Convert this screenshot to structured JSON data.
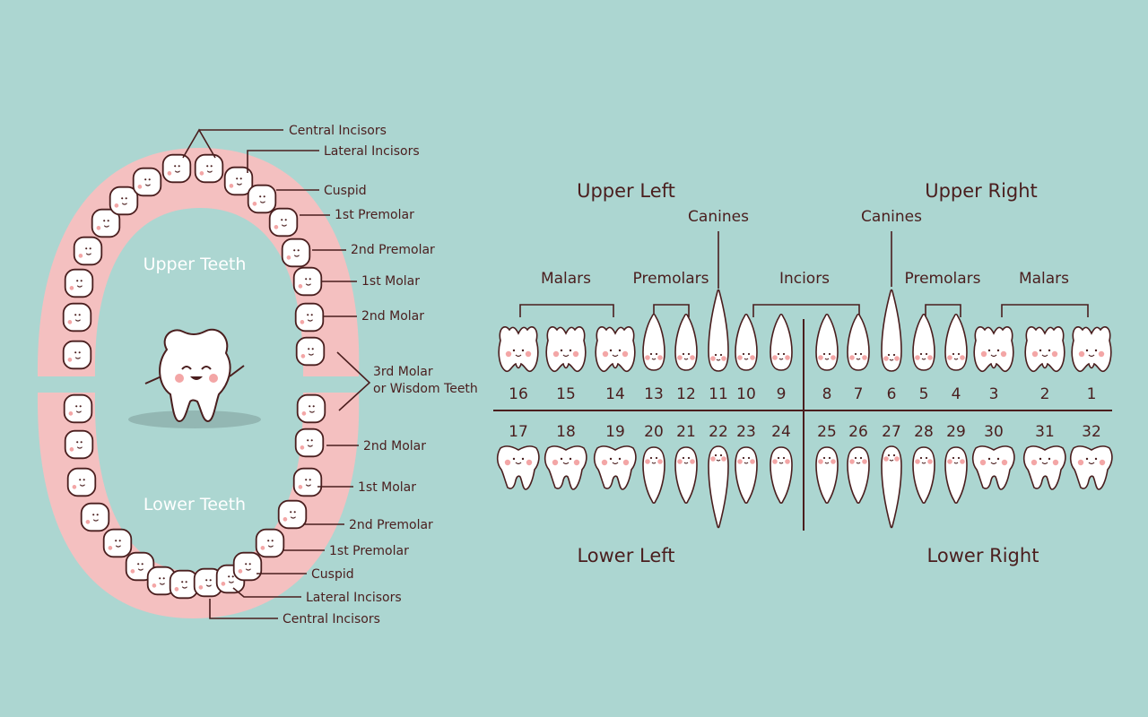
{
  "arch": {
    "upper_title": "Upper Teeth",
    "lower_title": "Lower Teeth",
    "upper_labels": {
      "central_incisors": "Central Incisors",
      "lateral_incisors": "Lateral Incisors",
      "cuspid": "Cuspid",
      "first_premolar": "1st Premolar",
      "second_premolar": "2nd Premolar",
      "first_molar": "1st Molar",
      "second_molar": "2nd Molar"
    },
    "third_molar_line1": "3rd Molar",
    "third_molar_line2": "or Wisdom Teeth",
    "lower_labels": {
      "second_molar": "2nd Molar",
      "first_molar": "1st Molar",
      "second_premolar": "2nd Premolar",
      "first_premolar": "1st Premolar",
      "cuspid": "Cuspid",
      "lateral_incisors": "Lateral Incisors",
      "central_incisors": "Central Incisors"
    }
  },
  "chart": {
    "quadrants": {
      "upper_left": "Upper Left",
      "upper_right": "Upper Right",
      "lower_left": "Lower Left",
      "lower_right": "Lower Right"
    },
    "groups": {
      "canines_left": "Canines",
      "canines_right": "Canines",
      "malars_left": "Malars",
      "premolars_left": "Premolars",
      "inciors": "Inciors",
      "premolars_right": "Premolars",
      "malars_right": "Malars"
    },
    "upper_numbers": [
      "16",
      "15",
      "14",
      "13",
      "12",
      "11",
      "10",
      "9",
      "8",
      "7",
      "6",
      "5",
      "4",
      "3",
      "2",
      "1"
    ],
    "lower_numbers": [
      "17",
      "18",
      "19",
      "20",
      "21",
      "22",
      "23",
      "24",
      "25",
      "26",
      "27",
      "28",
      "29",
      "30",
      "31",
      "32"
    ]
  },
  "colors": {
    "background": "#acd6d1",
    "gum": "#f4c0c0",
    "tooth": "#ffffff",
    "outline": "#4a1e1e",
    "cheek": "#f3a6a6",
    "shadow": "#93b7b3"
  }
}
